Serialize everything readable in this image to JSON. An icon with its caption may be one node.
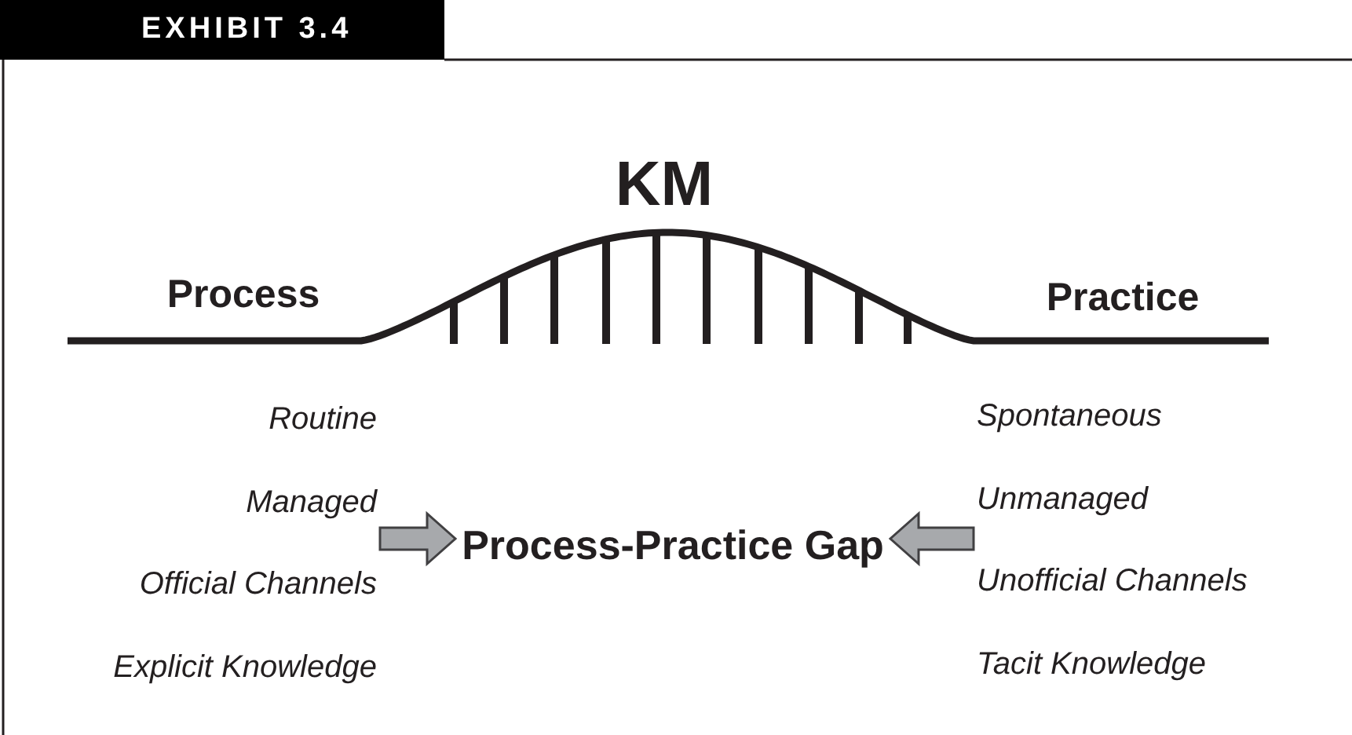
{
  "diagram": {
    "title": "EXHIBIT 3.4",
    "nodes": [
      {
        "text": [
          "Routine",
          "Managed",
          "Official Channels",
          "Explicit Knowledge"
        ]
      },
      {
        "text": [
          "Process-Practice Gap"
        ]
      },
      {
        "text": [
          "Spontaneous",
          "Unmanaged",
          "Unofficial Channels",
          "Tacit Knowledge"
        ]
      }
    ],
    "edges": [
      {
        "from": 0,
        "to": 1,
        "arrow": "to"
      },
      {
        "from": 2,
        "to": 1,
        "arrow": "to"
      }
    ],
    "labels": [
      "KM",
      "Process",
      "Practice"
    ]
  }
}
